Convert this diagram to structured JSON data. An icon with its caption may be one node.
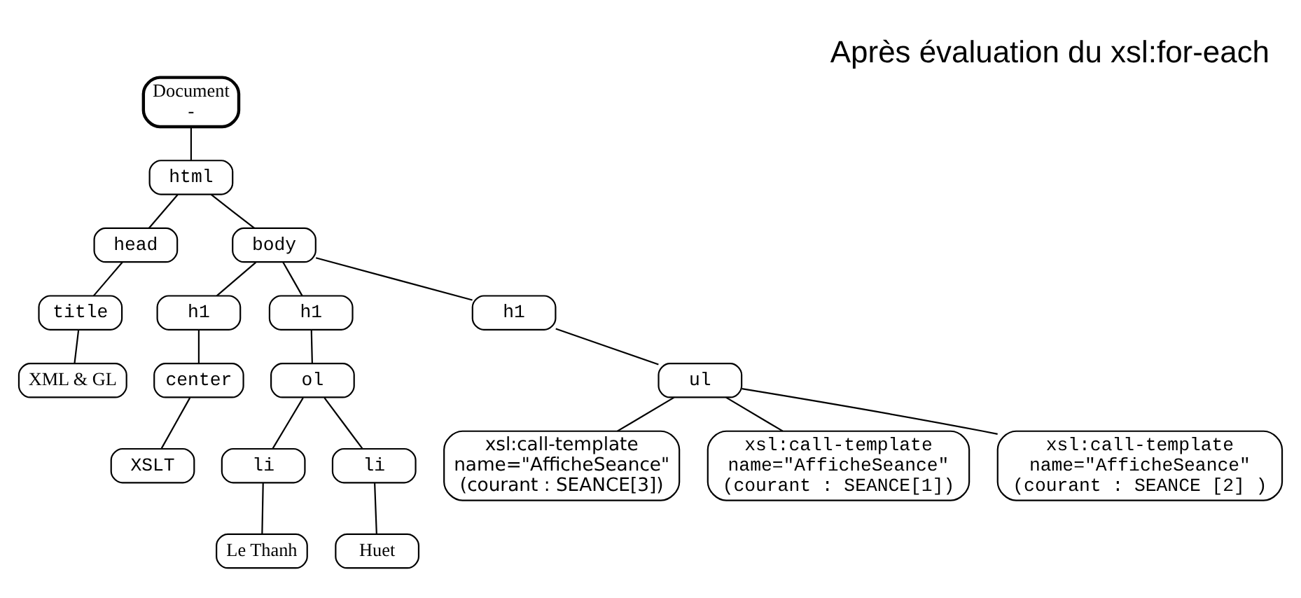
{
  "diagram": {
    "title": "Après évaluation du xsl:for-each",
    "nodes": [
      {
        "text": [
          "Document",
          "-"
        ]
      },
      {
        "text": [
          "html"
        ]
      },
      {
        "text": [
          "head"
        ]
      },
      {
        "text": [
          "body"
        ]
      },
      {
        "text": [
          "title"
        ]
      },
      {
        "text": [
          "XML & GL"
        ]
      },
      {
        "text": [
          "h1"
        ]
      },
      {
        "text": [
          "h1"
        ]
      },
      {
        "text": [
          "h1"
        ]
      },
      {
        "text": [
          "center"
        ]
      },
      {
        "text": [
          "XSLT"
        ]
      },
      {
        "text": [
          "ol"
        ]
      },
      {
        "text": [
          "li"
        ]
      },
      {
        "text": [
          "li"
        ]
      },
      {
        "text": [
          "Le Thanh"
        ]
      },
      {
        "text": [
          "Huet"
        ]
      },
      {
        "text": [
          "ul"
        ]
      },
      {
        "text": [
          "xsl:call-template name=\"AfficheSeance\" (courant : SEANCE[3])"
        ]
      },
      {
        "text": [
          "xsl:call-template name=\"AfficheSeance\" (courant : SEANCE[1])"
        ]
      },
      {
        "text": [
          "xsl:call-template name=\"AfficheSeance\" (courant : SEANCE [2] )"
        ]
      }
    ],
    "edges": [
      {
        "from": 0,
        "to": 1,
        "arrow": "none"
      },
      {
        "from": 1,
        "to": 2,
        "arrow": "none"
      },
      {
        "from": 1,
        "to": 3,
        "arrow": "none"
      },
      {
        "from": 2,
        "to": 4,
        "arrow": "none"
      },
      {
        "from": 4,
        "to": 5,
        "arrow": "none"
      },
      {
        "from": 3,
        "to": 6,
        "arrow": "none"
      },
      {
        "from": 3,
        "to": 7,
        "arrow": "none"
      },
      {
        "from": 3,
        "to": 8,
        "arrow": "none"
      },
      {
        "from": 6,
        "to": 9,
        "arrow": "none"
      },
      {
        "from": 9,
        "to": 10,
        "arrow": "none"
      },
      {
        "from": 7,
        "to": 11,
        "arrow": "none"
      },
      {
        "from": 11,
        "to": 12,
        "arrow": "none"
      },
      {
        "from": 11,
        "to": 13,
        "arrow": "none"
      },
      {
        "from": 12,
        "to": 14,
        "arrow": "none"
      },
      {
        "from": 13,
        "to": 15,
        "arrow": "none"
      },
      {
        "from": 8,
        "to": 16,
        "arrow": "none"
      },
      {
        "from": 16,
        "to": 17,
        "arrow": "none"
      },
      {
        "from": 16,
        "to": 18,
        "arrow": "none"
      },
      {
        "from": 16,
        "to": 19,
        "arrow": "none"
      }
    ]
  }
}
